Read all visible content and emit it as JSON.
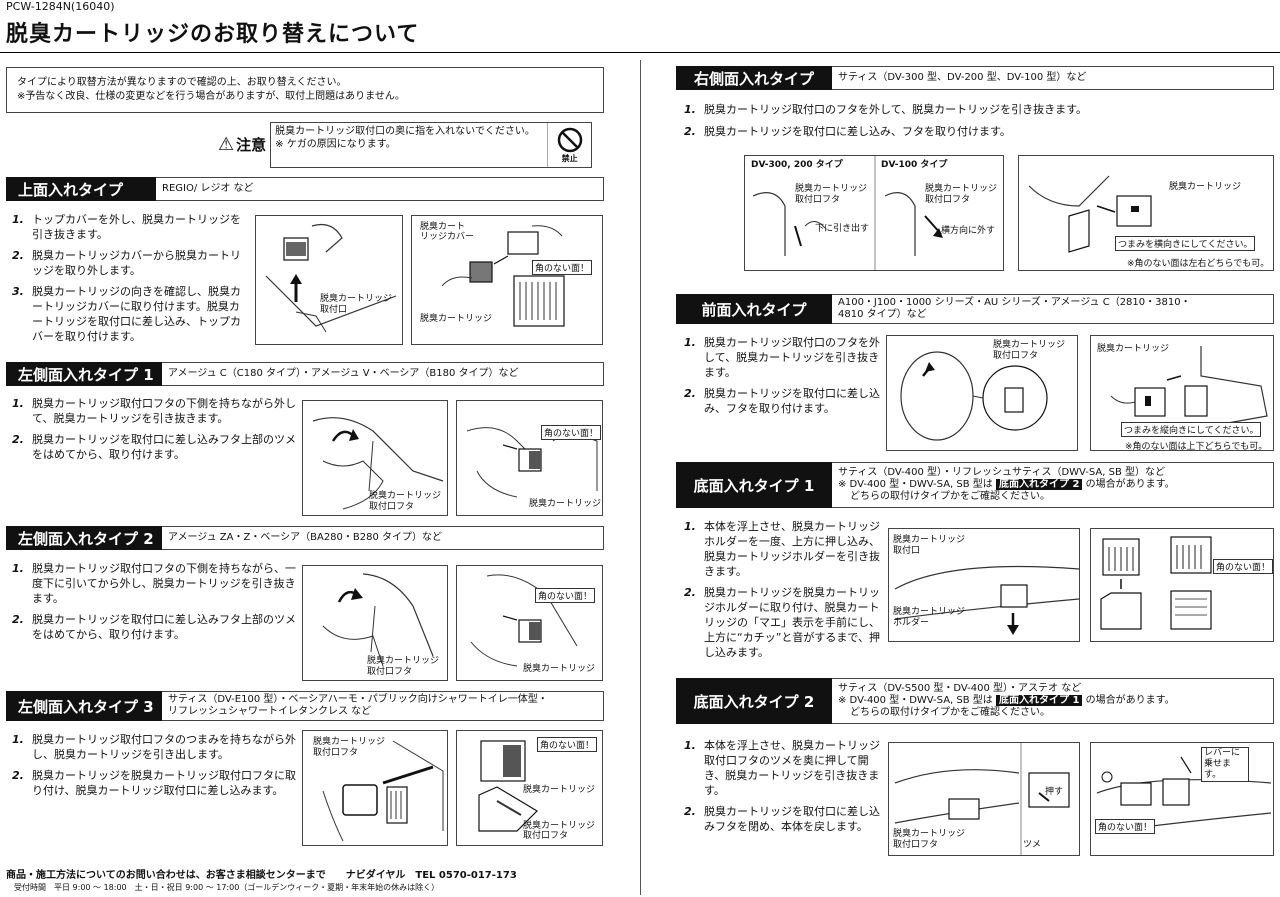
{
  "doc": {
    "code": "PCW-1284N(16040)",
    "title": "脱臭カートリッジのお取り替えについて",
    "intro": [
      "タイプにより取替方法が異なりますので確認の上、お取り替えください。",
      "※予告なく改良、仕様の変更などを行う場合がありますが、取付上問題はありません。"
    ]
  },
  "caution": {
    "word": "注意",
    "text": [
      "脱臭カートリッジ取付口の奥に指を入れないでください。",
      "※ ケガの原因になります。"
    ],
    "prohibit_label": "禁止"
  },
  "sections": {
    "top": {
      "label": "上面入れタイプ",
      "models": "REGIO/ レジオ など",
      "steps": [
        "トップカバーを外し、脱臭カートリッジを引き抜きます。",
        "脱臭カートリッジカバーから脱臭カートリッジを取り外します。",
        "脱臭カートリッジの向きを確認し、脱臭カートリッジカバーに取り付けます。脱臭カートリッジを取付口に差し込み、トップカバーを取り付けます。"
      ],
      "fig1_labels": [
        "脱臭カートリッジ",
        "取付口"
      ],
      "fig2_labels": [
        "脱臭カート",
        "リッジカバー",
        "脱臭カートリッジ"
      ],
      "fig2_tag": "角のない面！"
    },
    "left1": {
      "label": "左側面入れタイプ 1",
      "models": "アメージュ C（C180 タイプ）・アメージュ V・ベーシア（B180 タイプ）など",
      "steps": [
        "脱臭カートリッジ取付口フタの下側を持ちながら外して、脱臭カートリッジを引き抜きます。",
        "脱臭カートリッジを取付口に差し込みフタ上部のツメをはめてから、取り付けます。"
      ],
      "fig1_labels": [
        "脱臭カートリッジ",
        "取付口フタ"
      ],
      "fig2_labels": [
        "脱臭カートリッジ"
      ],
      "fig2_tag": "角のない面！"
    },
    "left2": {
      "label": "左側面入れタイプ 2",
      "models": "アメージュ ZA・Z・ベーシア（BA280・B280 タイプ）など",
      "steps": [
        "脱臭カートリッジ取付口フタの下側を持ちながら、一度下に引いてから外し、脱臭カートリッジを引き抜きます。",
        "脱臭カートリッジを取付口に差し込みフタ上部のツメをはめてから、取り付けます。"
      ],
      "fig1_labels": [
        "脱臭カートリッジ",
        "取付口フタ"
      ],
      "fig2_labels": [
        "脱臭カートリッジ"
      ],
      "fig2_tag": "角のない面！"
    },
    "left3": {
      "label": "左側面入れタイプ 3",
      "models": [
        "サティス（DV-E100 型）・ベーシアハーモ・パブリック向けシャワートイレ一体型・",
        "リフレッシュシャワートイレタンクレス など"
      ],
      "steps": [
        "脱臭カートリッジ取付口フタのつまみを持ちながら外し、脱臭カートリッジを引き出します。",
        "脱臭カートリッジを脱臭カートリッジ取付口フタに取り付け、脱臭カートリッジ取付口に差し込みます。"
      ],
      "fig1_labels": [
        "脱臭カートリッジ",
        "取付口フタ"
      ],
      "fig2_labels": [
        "脱臭カートリッジ",
        "脱臭カートリッジ",
        "取付口フタ"
      ],
      "fig2_tag": "角のない面！"
    },
    "right": {
      "label": "右側面入れタイプ",
      "models": "サティス（DV-300 型、DV-200 型、DV-100 型）など",
      "steps": [
        "脱臭カートリッジ取付口のフタを外して、脱臭カートリッジを引き抜きます。",
        "脱臭カートリッジを取付口に差し込み、フタを取り付けます。"
      ],
      "fig1_heads": [
        "DV-300, 200 タイプ",
        "DV-100 タイプ"
      ],
      "fig1_labels": [
        "脱臭カートリッジ",
        "取付口フタ",
        "下に引き出す",
        "脱臭カートリッジ",
        "取付口フタ",
        "横方向に外す"
      ],
      "fig2_labels": [
        "脱臭カートリッジ"
      ],
      "fig2_tag": "つまみを横向きにしてください。",
      "fig2_note": "※角のない面は左右どちらでも可。"
    },
    "front": {
      "label": "前面入れタイプ",
      "models": [
        "A100・J100・1000 シリーズ・AU シリーズ・アメージュ C（2810・3810・",
        "4810 タイプ）など"
      ],
      "steps": [
        "脱臭カートリッジ取付口のフタを外して、脱臭カートリッジを引き抜きます。",
        "脱臭カートリッジを取付口に差し込み、フタを取り付けます。"
      ],
      "fig1_labels": [
        "脱臭カートリッジ",
        "取付口フタ"
      ],
      "fig2_labels": [
        "脱臭カートリッジ"
      ],
      "fig2_tag": "つまみを縦向きにしてください。",
      "fig2_note": "※角のない面は上下どちらでも可。"
    },
    "bottom1": {
      "label": "底面入れタイプ 1",
      "models": [
        "サティス（DV-400 型）・リフレッシュサティス（DWV-SA, SB 型）など",
        "※ DV-400 型・DWV-SA, SB 型は",
        "底面入れタイプ 2",
        "の場合があります。",
        "どちらの取付けタイプかをご確認ください。"
      ],
      "steps": [
        "本体を浮上させ、脱臭カートリッジホルダーを一度、上方に押し込み、脱臭カートリッジホルダーを引き抜きます。",
        "脱臭カートリッジを脱臭カートリッジホルダーに取り付け、脱臭カートリッジの「マエ」表示を手前にし、上方に“カチッ”と音がするまで、押し込みます。"
      ],
      "fig1_labels": [
        "脱臭カートリッジ",
        "取付口",
        "脱臭カートリッジ",
        "ホルダー"
      ],
      "fig2_tag": "角のない面！"
    },
    "bottom2": {
      "label": "底面入れタイプ 2",
      "models": [
        "サティス（DV-S500 型・DV-400 型）・アステオ など",
        "※ DV-400 型・DWV-SA, SB 型は",
        "底面入れタイプ 1",
        "の場合があります。",
        "どちらの取付けタイプかをご確認ください。"
      ],
      "steps": [
        "本体を浮上させ、脱臭カートリッジ取付口フタのツメを奥に押して開き、脱臭カートリッジを引き抜きます。",
        "脱臭カートリッジを取付口に差し込みフタを閉め、本体を戻します。"
      ],
      "fig1_labels": [
        "押す",
        "脱臭カートリッジ",
        "取付口フタ",
        "ツメ"
      ],
      "fig2_tag1": "レバーに乗せます。",
      "fig2_tag2": "角のない面！"
    }
  },
  "footer": {
    "line1": "商品・施工方法についてのお問い合わせは、お客さま相談センターまで　　ナビダイヤル　TEL 0570-017-173",
    "line2": "受付時間　平日 9:00 ～ 18:00　土・日・祝日 9:00 ～ 17:00（ゴールデンウィーク・夏期・年末年始の休みは除く）"
  },
  "step_nums": [
    "1.",
    "2.",
    "3."
  ]
}
